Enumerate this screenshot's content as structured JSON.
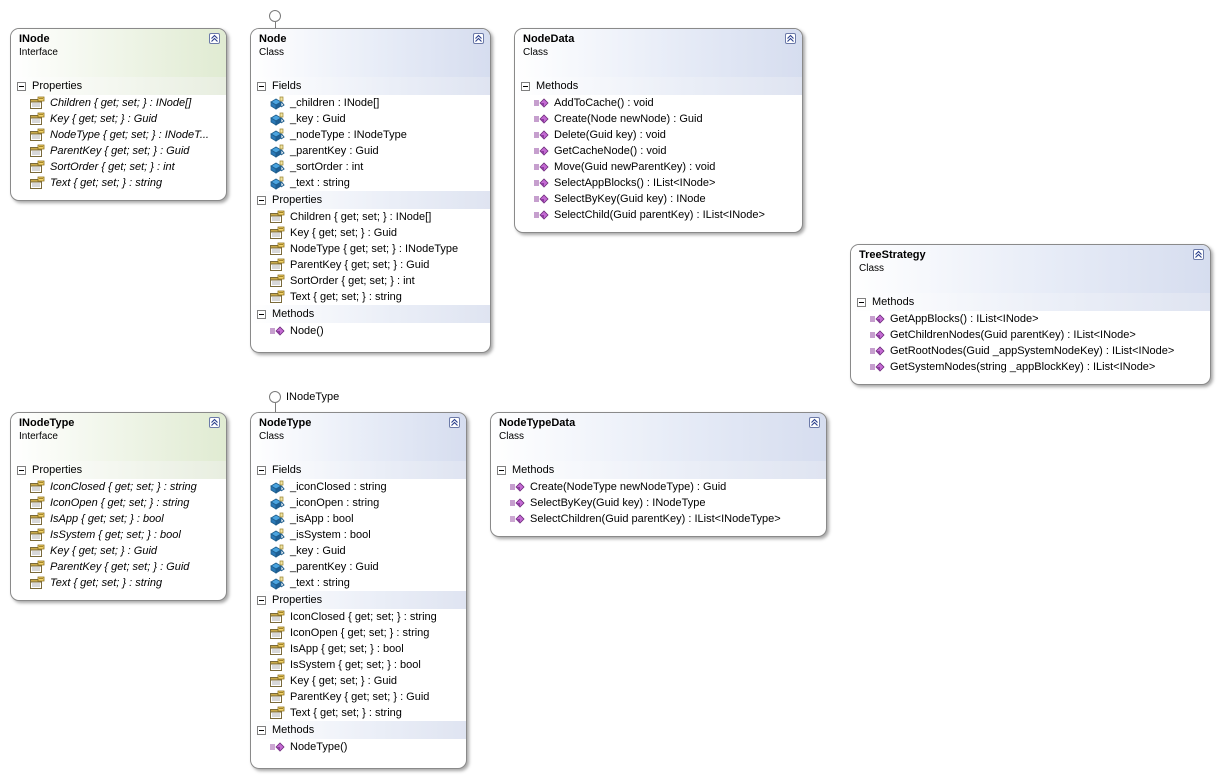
{
  "shapes": {
    "inode": {
      "title": "INode",
      "kind": "Interface",
      "sections": [
        {
          "label": "Properties",
          "members": [
            "Children { get; set; } : INode[]",
            "Key { get; set; } : Guid",
            "NodeType { get; set; } : INodeT...",
            "ParentKey { get; set; } : Guid",
            "SortOrder { get; set; } : int",
            "Text { get; set; } : string"
          ]
        }
      ]
    },
    "node": {
      "title": "Node",
      "kind": "Class",
      "sections": [
        {
          "label": "Fields",
          "members": [
            "_children : INode[]",
            "_key : Guid",
            "_nodeType : INodeType",
            "_parentKey : Guid",
            "_sortOrder : int",
            "_text : string"
          ]
        },
        {
          "label": "Properties",
          "members": [
            "Children { get; set; } : INode[]",
            "Key { get; set; } : Guid",
            "NodeType { get; set; } : INodeType",
            "ParentKey { get; set; } : Guid",
            "SortOrder { get; set; } : int",
            "Text { get; set; } : string"
          ]
        },
        {
          "label": "Methods",
          "members": [
            "Node()"
          ]
        }
      ]
    },
    "nodedata": {
      "title": "NodeData",
      "kind": "Class",
      "sections": [
        {
          "label": "Methods",
          "members": [
            "AddToCache() : void",
            "Create(Node newNode) : Guid",
            "Delete(Guid key) : void",
            "GetCacheNode() : void",
            "Move(Guid newParentKey) : void",
            "SelectAppBlocks() : IList<INode>",
            "SelectByKey(Guid key) : INode",
            "SelectChild(Guid parentKey) : IList<INode>"
          ]
        }
      ]
    },
    "treestrategy": {
      "title": "TreeStrategy",
      "kind": "Class",
      "sections": [
        {
          "label": "Methods",
          "members": [
            "GetAppBlocks() : IList<INode>",
            "GetChildrenNodes(Guid parentKey) : IList<INode>",
            "GetRootNodes(Guid _appSystemNodeKey) : IList<INode>",
            "GetSystemNodes(string _appBlockKey) : IList<INode>"
          ]
        }
      ]
    },
    "inodetype": {
      "title": "INodeType",
      "kind": "Interface",
      "sections": [
        {
          "label": "Properties",
          "members": [
            "IconClosed { get; set; } : string",
            "IconOpen { get; set; } : string",
            "IsApp { get; set; } : bool",
            "IsSystem { get; set; } : bool",
            "Key { get; set; } : Guid",
            "ParentKey { get; set; } : Guid",
            "Text { get; set; } : string"
          ]
        }
      ]
    },
    "nodetype": {
      "title": "NodeType",
      "kind": "Class",
      "sections": [
        {
          "label": "Fields",
          "members": [
            "_iconClosed : string",
            "_iconOpen : string",
            "_isApp : bool",
            "_isSystem : bool",
            "_key : Guid",
            "_parentKey : Guid",
            "_text : string"
          ]
        },
        {
          "label": "Properties",
          "members": [
            "IconClosed { get; set; } : string",
            "IconOpen { get; set; } : string",
            "IsApp { get; set; } : bool",
            "IsSystem { get; set; } : bool",
            "Key { get; set; } : Guid",
            "ParentKey { get; set; } : Guid",
            "Text { get; set; } : string"
          ]
        },
        {
          "label": "Methods",
          "members": [
            "NodeType()"
          ]
        }
      ]
    },
    "nodetypedata": {
      "title": "NodeTypeData",
      "kind": "Class",
      "sections": [
        {
          "label": "Methods",
          "members": [
            "Create(NodeType newNodeType) : Guid",
            "SelectByKey(Guid key) : INodeType",
            "SelectChildren(Guid parentKey) : IList<INodeType>"
          ]
        }
      ]
    }
  },
  "lollipops": {
    "nodetype_label": "INodeType"
  }
}
